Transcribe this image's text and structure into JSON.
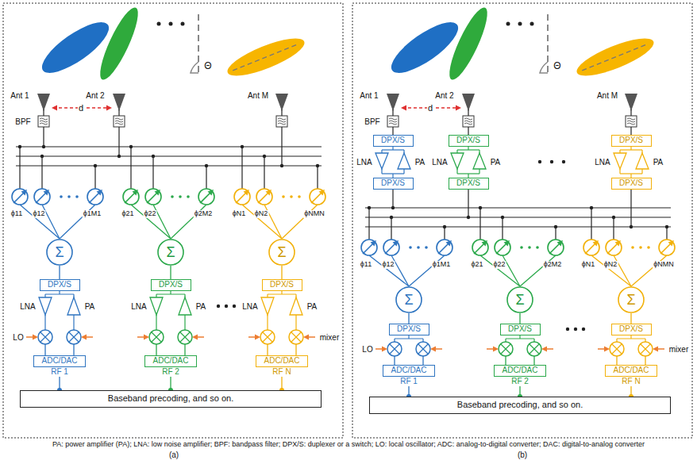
{
  "diagram": {
    "nodes": [
      {
        "text": [
          "Σ"
        ]
      },
      {
        "text": [
          "Σ"
        ]
      },
      {
        "text": [
          "Σ"
        ]
      },
      {
        "text": [
          "DPX/S"
        ]
      },
      {
        "text": [
          "DPX/S"
        ]
      },
      {
        "text": [
          "DPX/S"
        ]
      },
      {
        "text": [
          "ADC/DAC",
          "RF 1"
        ]
      },
      {
        "text": [
          "ADC/DAC",
          "RF 2"
        ]
      },
      {
        "text": [
          "ADC/DAC",
          "RF N"
        ]
      },
      {
        "text": [
          "Baseband precoding, and so on."
        ]
      },
      {
        "text": [
          "DPX/S"
        ]
      },
      {
        "text": [
          "DPX/S"
        ]
      },
      {
        "text": [
          "DPX/S"
        ]
      },
      {
        "text": [
          "DPX/S"
        ]
      },
      {
        "text": [
          "DPX/S"
        ]
      },
      {
        "text": [
          "DPX/S"
        ]
      },
      {
        "text": [
          "Σ"
        ]
      },
      {
        "text": [
          "Σ"
        ]
      },
      {
        "text": [
          "Σ"
        ]
      },
      {
        "text": [
          "DPX/S"
        ]
      },
      {
        "text": [
          "DPX/S"
        ]
      },
      {
        "text": [
          "DPX/S"
        ]
      },
      {
        "text": [
          "ADC/DAC",
          "RF 1"
        ]
      },
      {
        "text": [
          "ADC/DAC",
          "RF 2"
        ]
      },
      {
        "text": [
          "ADC/DAC",
          "RF N"
        ]
      },
      {
        "text": [
          "Baseband precoding, and so on."
        ]
      }
    ],
    "edges": [
      {
        "from": 0,
        "to": 3,
        "arrow": "none"
      },
      {
        "from": 1,
        "to": 4,
        "arrow": "none"
      },
      {
        "from": 2,
        "to": 5,
        "arrow": "none"
      },
      {
        "from": 6,
        "to": 9,
        "arrow": "none"
      },
      {
        "from": 7,
        "to": 9,
        "arrow": "none"
      },
      {
        "from": 8,
        "to": 9,
        "arrow": "none"
      },
      {
        "from": 16,
        "to": 19,
        "arrow": "none"
      },
      {
        "from": 17,
        "to": 20,
        "arrow": "none"
      },
      {
        "from": 18,
        "to": 21,
        "arrow": "none"
      },
      {
        "from": 22,
        "to": 25,
        "arrow": "none"
      },
      {
        "from": 23,
        "to": 25,
        "arrow": "none"
      },
      {
        "from": 24,
        "to": 25,
        "arrow": "none"
      }
    ],
    "labels": [
      "Ant 1",
      "Ant 2",
      "Ant M",
      "d",
      "BPF",
      "Θ",
      "ϕ11",
      "ϕ12",
      "ϕ1M1",
      "ϕ21",
      "ϕ22",
      "ϕ2M2",
      "ϕN1",
      "ϕN2",
      "ϕNMN",
      "LNA",
      "PA",
      "LNA",
      "PA",
      "LNA",
      "PA",
      "LO",
      "mixer",
      "Ant 1",
      "Ant 2",
      "Ant M",
      "d",
      "BPF",
      "Θ",
      "ϕ11",
      "ϕ12",
      "ϕ1M1",
      "ϕ21",
      "ϕ22",
      "ϕ2M2",
      "ϕN1",
      "ϕN2",
      "ϕNMN",
      "LNA",
      "PA",
      "LNA",
      "PA",
      "LNA",
      "PA",
      "LO",
      "mixer",
      "PA: power amplifier (PA); LNA: low noise amplifier; BPF: bandpass filter; DPX/S: duplexer or a switch; LO: local oscillator; ADC: analog-to-digital converter; DAC: digital-to-analog converter",
      "(a)",
      "(b)"
    ]
  }
}
